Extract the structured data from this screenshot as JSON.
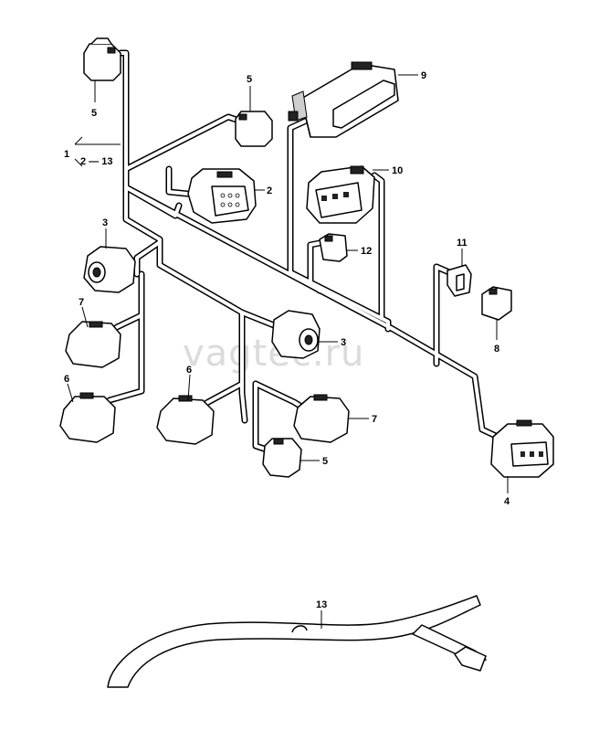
{
  "watermark": "vagtec.ru",
  "callouts": {
    "c1": "1",
    "c1_range": "2 — 13",
    "c2": "2",
    "c3a": "3",
    "c3b": "3",
    "c4": "4",
    "c5a": "5",
    "c5b": "5",
    "c5c": "5",
    "c6a": "6",
    "c6b": "6",
    "c7a": "7",
    "c7b": "7",
    "c8": "8",
    "c9": "9",
    "c10": "10",
    "c11": "11",
    "c12": "12",
    "c13": "13"
  }
}
